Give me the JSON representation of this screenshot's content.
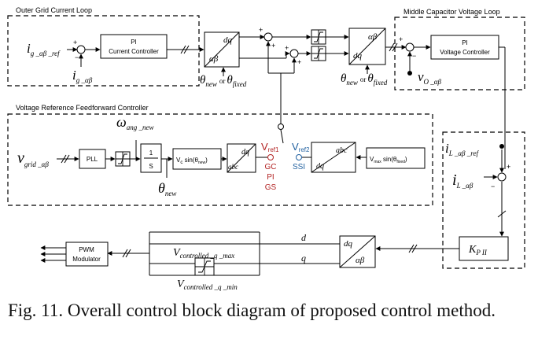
{
  "regions": {
    "outer_loop": "Outer Grid Current Loop",
    "middle_loop": "Middle Capacitor Voltage Loop",
    "feedforward": "Voltage Reference Feedforward Controller"
  },
  "blocks": {
    "pi_current": [
      "PI",
      "Current Controller"
    ],
    "pi_voltage": [
      "PI",
      "Voltage Controller"
    ],
    "pll": "PLL",
    "integrator_num": "1",
    "integrator_den": "S",
    "vc_sin_base": "V",
    "vc_sin_sub": "c",
    "vc_sin_fn": " sin(θ",
    "vc_sin_fn_sub": "new",
    "vc_sin_close": ")",
    "vmax_sin_base": "V",
    "vmax_sin_sub": "max",
    "vmax_sin_fn": " sin(θ",
    "vmax_sin_fn_sub": "fixed",
    "vmax_sin_close": ")",
    "pwm": [
      "PWM",
      "Modulator"
    ],
    "gain_base": "K",
    "gain_sub": "P   II"
  },
  "transforms": {
    "ab": "αβ",
    "dq": "dq",
    "abc": "abc"
  },
  "signals": {
    "ig_ref_base": "i",
    "ig_ref_sub": "g _αβ _ref",
    "ig_base": "i",
    "ig_sub": "g _αβ",
    "theta_base": "θ",
    "theta_new_sub": "new",
    "theta_fixed_sub": "fixed",
    "or_word": "or",
    "vo_base": "v",
    "vo_sub": "O _αβ",
    "vgrid_base": "v",
    "vgrid_sub": "grid _αβ",
    "omega_base": "ω",
    "omega_sub": "ang _new",
    "il_ref_base": "i",
    "il_ref_sub": "L _αβ _ref",
    "il_base": "i",
    "il_sub": "L _αβ",
    "d": "d",
    "q": "q",
    "vctrl_max_base": "V",
    "vctrl_max_sub": "controlled _q _max",
    "vctrl_min_base": "V",
    "vctrl_min_sub": "controlled _q _min"
  },
  "switches": {
    "vref1_base": "V",
    "vref1_sub": "ref1",
    "vref1_options": [
      "GC",
      "PI",
      "GS"
    ],
    "vref2_base": "V",
    "vref2_sub": "ref2",
    "vref2_options": [
      "SSI"
    ]
  },
  "signs": {
    "plus": "+",
    "minus": "−",
    "pm": "+−"
  },
  "colors": {
    "vref1": "#b22222",
    "vref2": "#1f5f9f",
    "line": "#000000"
  },
  "caption": "Fig. 11. Overall control block diagram of proposed control method."
}
